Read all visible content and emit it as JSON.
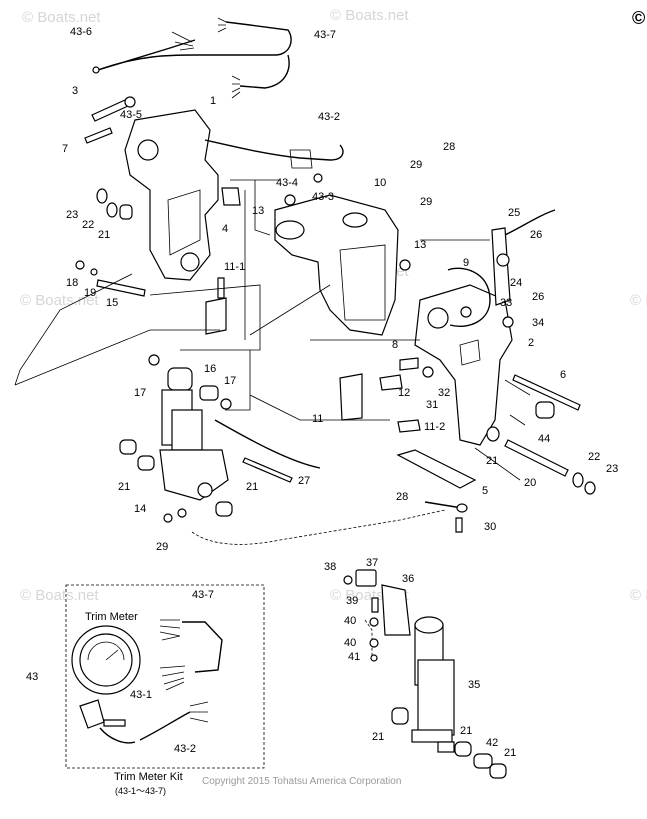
{
  "watermark": "© Boats.net",
  "corner_mark": "©",
  "copyright": "Copyright 2015 Tohatsu America Corporation",
  "kit": {
    "meter_label": "Trim Meter",
    "kit_title": "Trim Meter Kit",
    "kit_range": "(43-1～43-7)"
  },
  "callouts": {
    "c43_6": "43-6",
    "c43_7": "43-7",
    "c3": "3",
    "c43_5": "43-5",
    "c1": "1",
    "c7": "7",
    "c43_2": "43-2",
    "c28a": "28",
    "c29a": "29",
    "c29b": "29",
    "c43_4": "43-4",
    "c43_3": "43-3",
    "c10": "10",
    "c13a": "13",
    "c4": "4",
    "c23a": "23",
    "c22a": "22",
    "c21a": "21",
    "c13b": "13",
    "c25": "25",
    "c26a": "26",
    "c26b": "26",
    "c24": "24",
    "c9": "9",
    "c11_1": "11-1",
    "c18": "18",
    "c19": "19",
    "c15": "15",
    "c33": "33",
    "c34": "34",
    "c2": "2",
    "c8": "8",
    "c6": "6",
    "c16": "16",
    "c17a": "17",
    "c17b": "17",
    "c32": "32",
    "c12": "12",
    "c31": "31",
    "c11": "11",
    "c11_2": "11-2",
    "c44": "44",
    "c21b": "21",
    "c22b": "22",
    "c23b": "23",
    "c20": "20",
    "c27": "27",
    "c21c": "21",
    "c21d": "21",
    "c5": "5",
    "c28b": "28",
    "c14": "14",
    "c30": "30",
    "c29c": "29",
    "c38": "38",
    "c37": "37",
    "c36": "36",
    "c39": "39",
    "c40a": "40",
    "c40b": "40",
    "c41": "41",
    "c43": "43",
    "c43_7b": "43-7",
    "c43_1": "43-1",
    "c35": "35",
    "c21e": "21",
    "c43_2b": "43-2",
    "c21f": "21",
    "c42": "42",
    "c21g": "21"
  }
}
